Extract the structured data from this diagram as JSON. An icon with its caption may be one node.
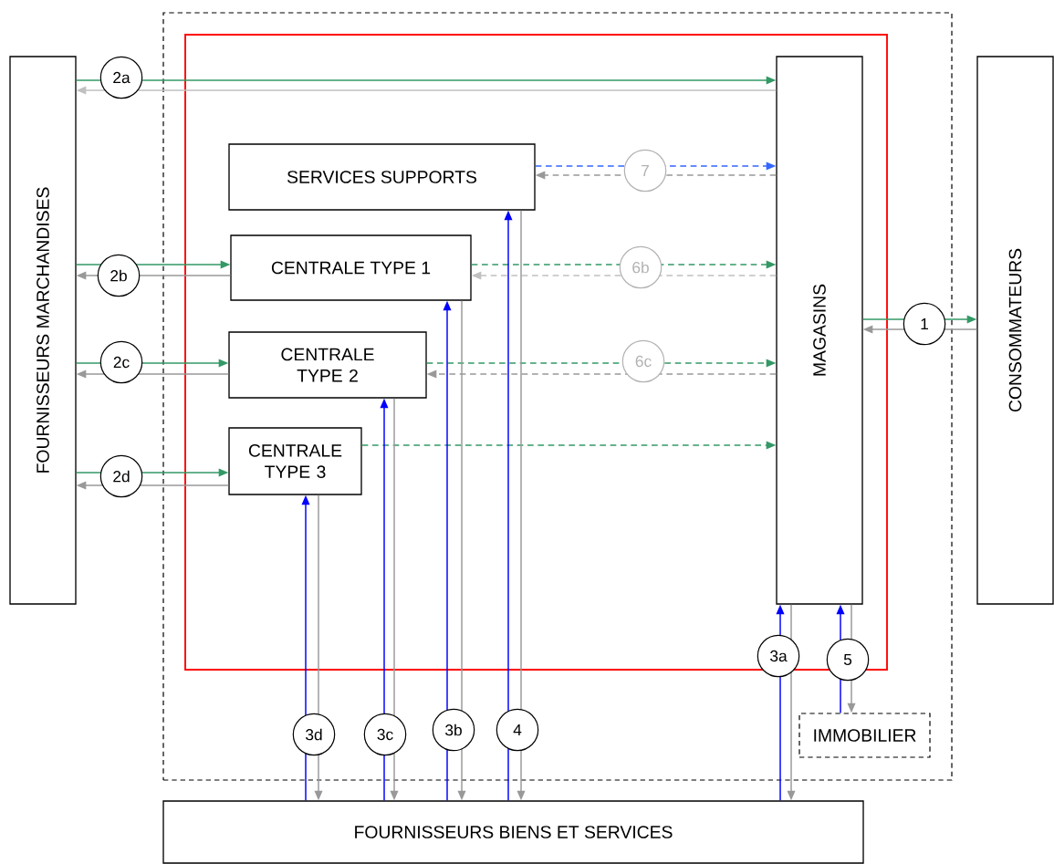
{
  "diagram": {
    "nodes": [
      {
        "text": [],
        "shape": "box"
      },
      {
        "text": [],
        "shape": "box",
        "in": 0
      },
      {
        "text": [
          "FOURNISSEURS MARCHANDISES"
        ]
      },
      {
        "text": [
          "MAGASINS"
        ],
        "in": 1
      },
      {
        "text": [
          "CONSOMMATEURS"
        ]
      },
      {
        "text": [
          "SERVICES SUPPORTS"
        ],
        "in": 1
      },
      {
        "text": [
          "CENTRALE TYPE 1"
        ],
        "in": 1
      },
      {
        "text": [
          "CENTRALE TYPE 2"
        ],
        "in": 1
      },
      {
        "text": [
          "CENTRALE TYPE 3"
        ],
        "in": 1
      },
      {
        "text": [
          "IMMOBILIER"
        ],
        "in": 0
      },
      {
        "text": [
          "FOURNISSEURS BIENS ET SERVICES"
        ]
      }
    ],
    "edges": [
      {
        "from": 2,
        "to": 3,
        "arrow": "to",
        "label": "2a",
        "color": "#339966"
      },
      {
        "from": 3,
        "to": 2,
        "arrow": "to",
        "color": "#c0c0c0"
      },
      {
        "from": 2,
        "to": 6,
        "arrow": "to",
        "label": "2b",
        "color": "#339966"
      },
      {
        "from": 6,
        "to": 2,
        "arrow": "to",
        "color": "#999999"
      },
      {
        "from": 2,
        "to": 7,
        "arrow": "to",
        "label": "2c",
        "color": "#339966"
      },
      {
        "from": 7,
        "to": 2,
        "arrow": "to",
        "color": "#999999"
      },
      {
        "from": 2,
        "to": 8,
        "arrow": "to",
        "label": "2d",
        "color": "#339966"
      },
      {
        "from": 8,
        "to": 2,
        "arrow": "to",
        "color": "#999999"
      },
      {
        "from": 5,
        "to": 3,
        "arrow": "to",
        "label": "7",
        "style": "dashed",
        "color": "#3366ff"
      },
      {
        "from": 3,
        "to": 5,
        "arrow": "to",
        "style": "dashed",
        "color": "#999999"
      },
      {
        "from": 6,
        "to": 3,
        "arrow": "to",
        "label": "6b",
        "style": "dashed",
        "color": "#339966"
      },
      {
        "from": 3,
        "to": 6,
        "arrow": "to",
        "style": "dashed",
        "color": "#c0c0c0"
      },
      {
        "from": 7,
        "to": 3,
        "arrow": "to",
        "label": "6c",
        "style": "dashed",
        "color": "#339966"
      },
      {
        "from": 3,
        "to": 7,
        "arrow": "to",
        "style": "dashed",
        "color": "#999999"
      },
      {
        "from": 8,
        "to": 3,
        "arrow": "to",
        "style": "dashed",
        "color": "#339966"
      },
      {
        "from": 3,
        "to": 4,
        "arrow": "to",
        "label": "1",
        "color": "#339966"
      },
      {
        "from": 4,
        "to": 3,
        "arrow": "to",
        "color": "#999999"
      },
      {
        "from": 10,
        "to": 3,
        "arrow": "to",
        "label": "3a",
        "color": "#0000ff"
      },
      {
        "from": 3,
        "to": 10,
        "arrow": "to",
        "color": "#999999"
      },
      {
        "from": 9,
        "to": 3,
        "arrow": "to",
        "label": "5",
        "color": "#0000ff"
      },
      {
        "from": 3,
        "to": 9,
        "arrow": "to",
        "color": "#999999"
      },
      {
        "from": 10,
        "to": 8,
        "arrow": "to",
        "label": "3d",
        "color": "#0000ff"
      },
      {
        "from": 8,
        "to": 10,
        "arrow": "to",
        "color": "#999999"
      },
      {
        "from": 10,
        "to": 7,
        "arrow": "to",
        "label": "3c",
        "color": "#0000ff"
      },
      {
        "from": 7,
        "to": 10,
        "arrow": "to",
        "color": "#999999"
      },
      {
        "from": 10,
        "to": 6,
        "arrow": "to",
        "label": "3b",
        "color": "#0000ff"
      },
      {
        "from": 6,
        "to": 10,
        "arrow": "to",
        "color": "#999999"
      },
      {
        "from": 10,
        "to": 5,
        "arrow": "to",
        "label": "4",
        "color": "#0000ff"
      },
      {
        "from": 5,
        "to": 10,
        "arrow": "to",
        "color": "#999999"
      }
    ]
  }
}
